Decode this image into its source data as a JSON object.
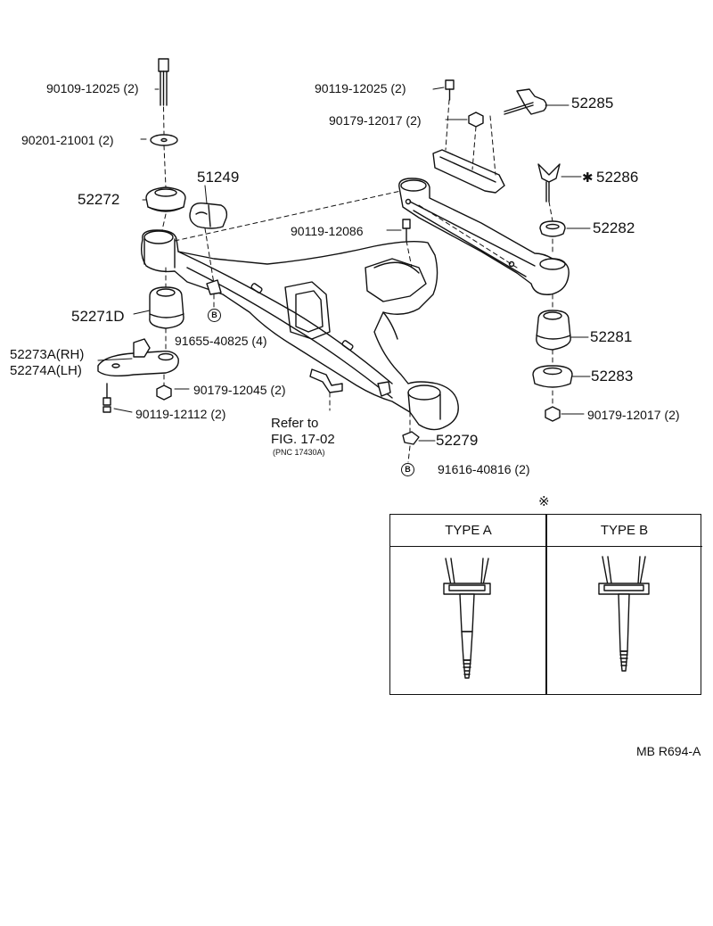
{
  "labels": {
    "p90109": "90109-12025 (2)",
    "p90201": "90201-21001 (2)",
    "p52272": "52272",
    "p51249": "51249",
    "p52271D": "52271D",
    "p91655": "91655-40825 (4)",
    "p52273A": "52273A(RH)",
    "p52274A": "52274A(LH)",
    "p90179_12045": "90179-12045 (2)",
    "p90119_12112": "90119-12112 (2)",
    "p90119_12025": "90119-12025 (2)",
    "p90179_12017_top": "90179-12017 (2)",
    "p52285": "52285",
    "p52286": "52286",
    "p90119_12086": "90119-12086",
    "p52282": "52282",
    "p52281": "52281",
    "p52283": "52283",
    "p90179_12017_bot": "90179-12017 (2)",
    "p52279": "52279",
    "p91616": "91616-40816 (2)",
    "refer1": "Refer to",
    "refer2": "FIG. 17-02",
    "refer3": "(PNC 17430A)",
    "code": "MB R694-A",
    "circleB": "B",
    "star": "※",
    "star52286": "✱"
  },
  "type_table": {
    "marker": "※",
    "col_a": "TYPE A",
    "col_b": "TYPE B"
  }
}
